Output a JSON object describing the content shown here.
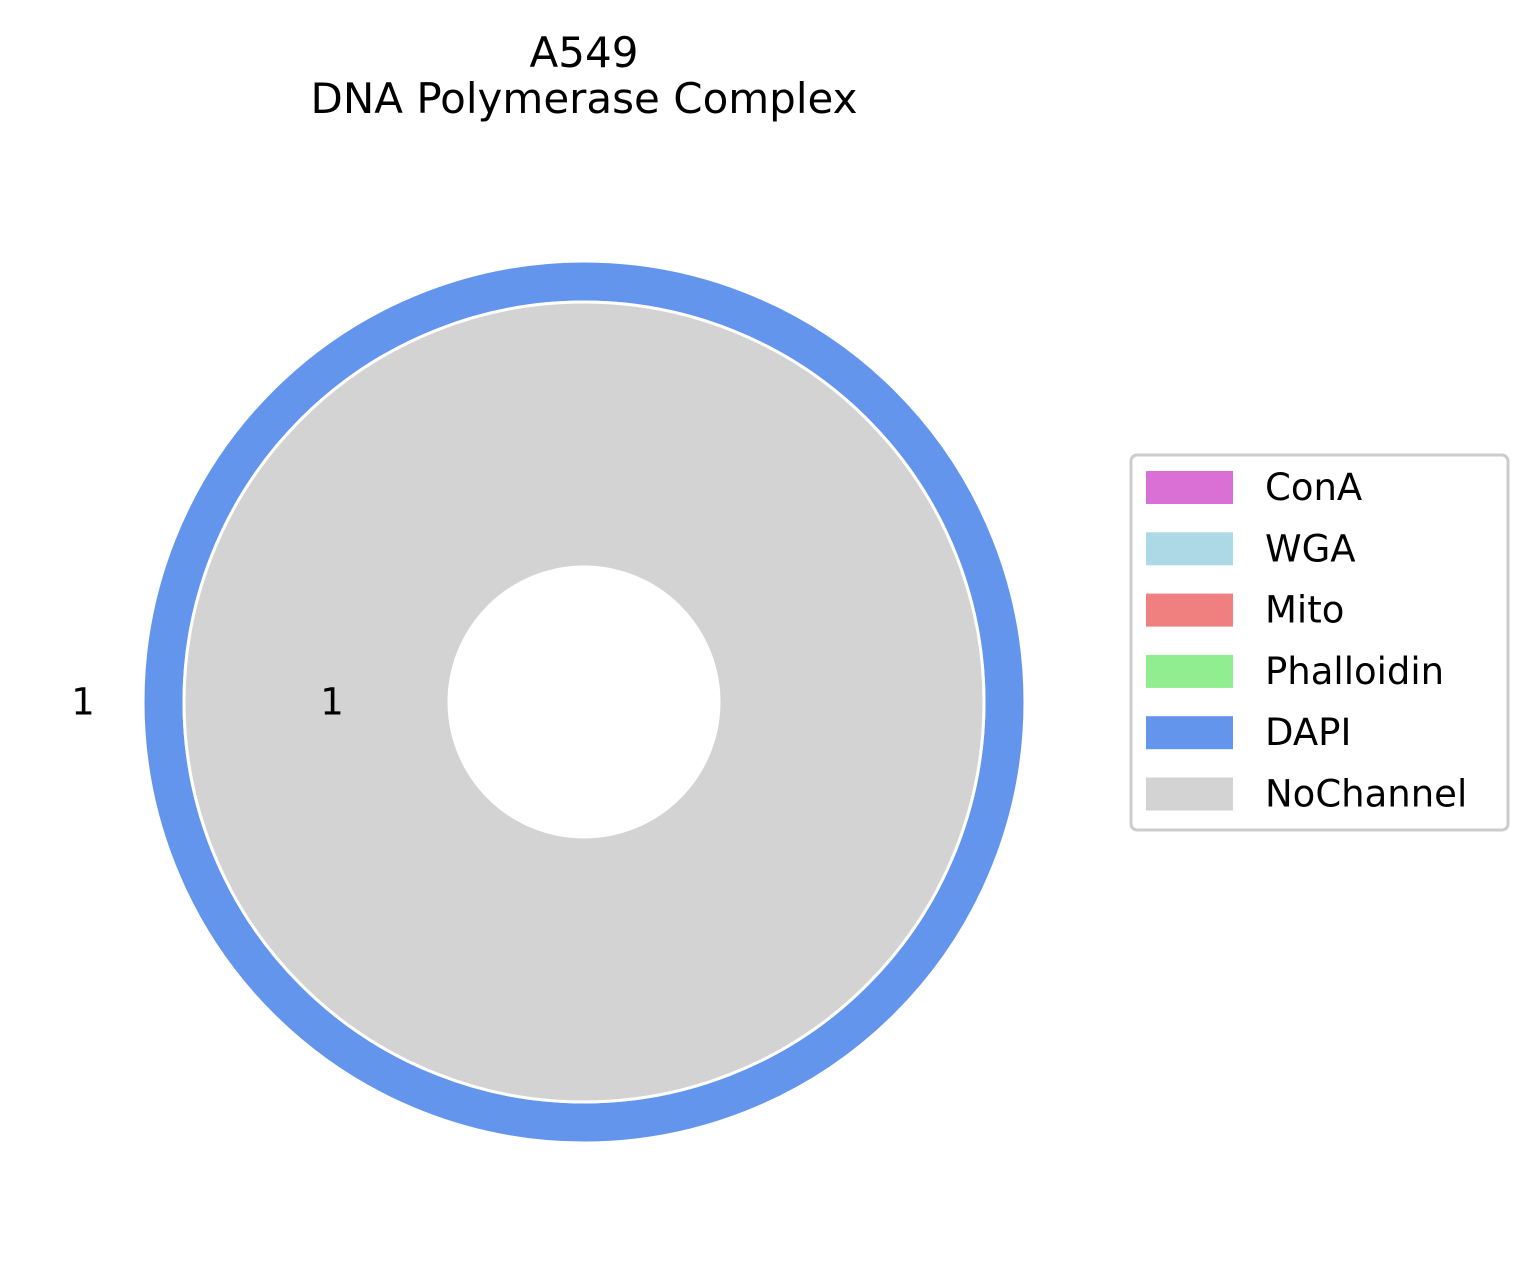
{
  "chart_data": {
    "type": "pie",
    "title": "A549\nDNA Polymerase Complex",
    "rings": [
      {
        "name": "outer",
        "slices": [
          {
            "category": "DAPI",
            "value": 1,
            "label": "1"
          }
        ]
      },
      {
        "name": "inner",
        "slices": [
          {
            "category": "NoChannel",
            "value": 1,
            "label": "1"
          }
        ]
      }
    ],
    "legend": {
      "placement": "center-right",
      "entries": [
        {
          "label": "ConA",
          "color": "#da70d6"
        },
        {
          "label": "WGA",
          "color": "#add8e6"
        },
        {
          "label": "Mito",
          "color": "#f08080"
        },
        {
          "label": "Phalloidin",
          "color": "#90ee90"
        },
        {
          "label": "DAPI",
          "color": "#6495ed"
        },
        {
          "label": "NoChannel",
          "color": "#d3d3d3"
        }
      ]
    }
  }
}
